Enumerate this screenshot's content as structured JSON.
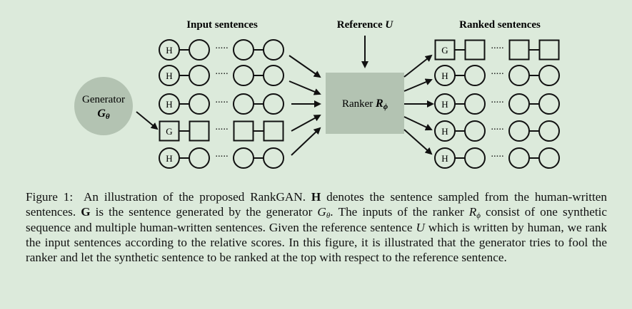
{
  "figure": {
    "labels": {
      "input": "Input sentences",
      "reference_prefix": "Reference",
      "reference_var": "U",
      "ranked": "Ranked sentences",
      "generator": "Generator",
      "generator_symbol": "G",
      "generator_sub": "θ",
      "ranker": "Ranker",
      "ranker_symbol": "R",
      "ranker_sub": "ϕ"
    },
    "node_letters": {
      "human": "H",
      "generated": "G"
    },
    "dots": "·····",
    "input_rows": [
      "H",
      "H",
      "H",
      "G",
      "H"
    ],
    "ranked_rows": [
      "G",
      "H",
      "H",
      "H",
      "H"
    ],
    "colors": {
      "background": "#dceadb",
      "generator_fill": "#b3c3b2",
      "ranker_fill": "#b3c3b2",
      "stroke": "#111111"
    }
  },
  "caption": {
    "figure_label": "Figure 1:",
    "s1": "An illustration of the proposed RankGAN.",
    "h_bold": "H",
    "s2": "denotes the sentence sampled from the human-written sentences.",
    "g_bold": "G",
    "s3": "is the sentence generated by the generator",
    "g_sym": "G",
    "g_sub": "θ",
    "s4": ". The inputs of the ranker",
    "r_sym": "R",
    "r_sub": "ϕ",
    "s5": "consist of one synthetic sequence and multiple human-written sentences. Given the reference sentence",
    "u_sym": "U",
    "s6": "which is written by human, we rank the input sentences according to the relative scores. In this figure, it is illustrated that the generator tries to fool the ranker and let the synthetic sentence to be ranked at the top with respect to the reference sentence."
  }
}
